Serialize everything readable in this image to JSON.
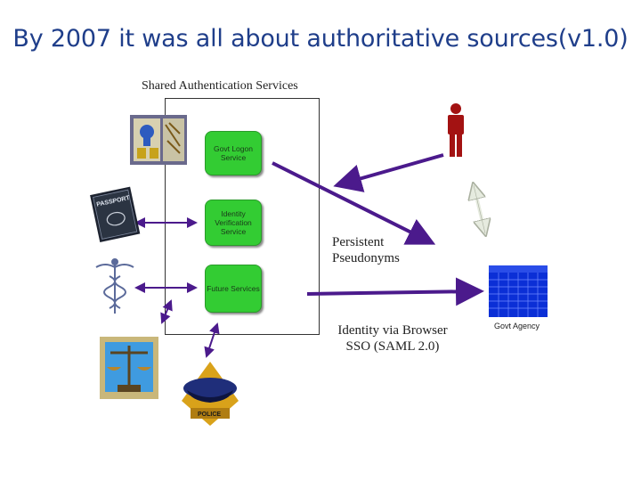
{
  "slide": {
    "title": "By 2007 it was all about authoritative sources(v1.0)"
  },
  "diagram": {
    "shared_services_label": "Shared Authentication Services",
    "services": [
      {
        "label": "Govt Logon Service"
      },
      {
        "label": "Identity Verification Service"
      },
      {
        "label": "Future Services"
      }
    ],
    "persistent_label_line1": "Persistent",
    "persistent_label_line2": "Pseudonyms",
    "sso_label_line1": "Identity via Browser",
    "sso_label_line2": "SSO (SAML 2.0)",
    "agency_label": "Govt Agency",
    "passport_text": "PASSPORT",
    "police_text": "POLICE",
    "colors": {
      "title": "#1f3e8a",
      "service_fill": "#33cc33",
      "arrow_purple": "#4b1a8c",
      "person": "#a31212",
      "agency_blue": "#0b2fd6"
    }
  }
}
